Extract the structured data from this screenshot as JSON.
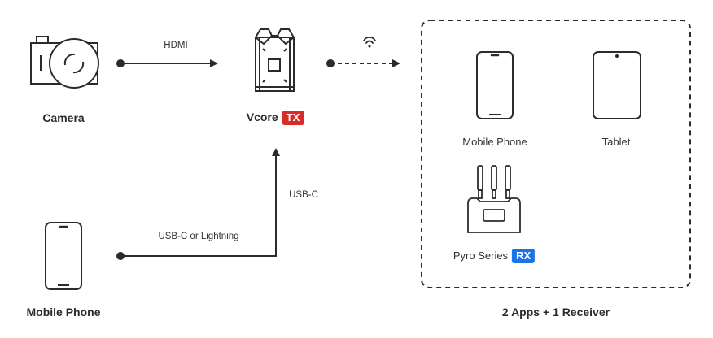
{
  "colors": {
    "stroke": "#2b2b2b",
    "tx_badge": "#d92b27",
    "rx_badge": "#1a73e8"
  },
  "nodes": {
    "camera": {
      "label": "Camera",
      "icon": "camera-icon"
    },
    "vcore": {
      "label": "Vcore",
      "badge": "TX",
      "icon": "transmitter-icon"
    },
    "mobile_phone_source": {
      "label": "Mobile Phone",
      "icon": "smartphone-icon"
    }
  },
  "connections": {
    "hdmi": {
      "label": "HDMI",
      "style": "solid"
    },
    "usbc": {
      "label": "USB-C",
      "style": "solid"
    },
    "usbc_lightning": {
      "label": "USB-C or Lightning",
      "style": "solid"
    },
    "wireless": {
      "label": "",
      "icon": "wifi-icon",
      "style": "dashed"
    }
  },
  "receiver_group": {
    "title": "2 Apps + 1 Receiver",
    "items": [
      {
        "label": "Mobile Phone",
        "icon": "smartphone-icon"
      },
      {
        "label": "Tablet",
        "icon": "tablet-icon"
      },
      {
        "label": "Pyro Series",
        "badge": "RX",
        "icon": "receiver-icon"
      }
    ]
  }
}
